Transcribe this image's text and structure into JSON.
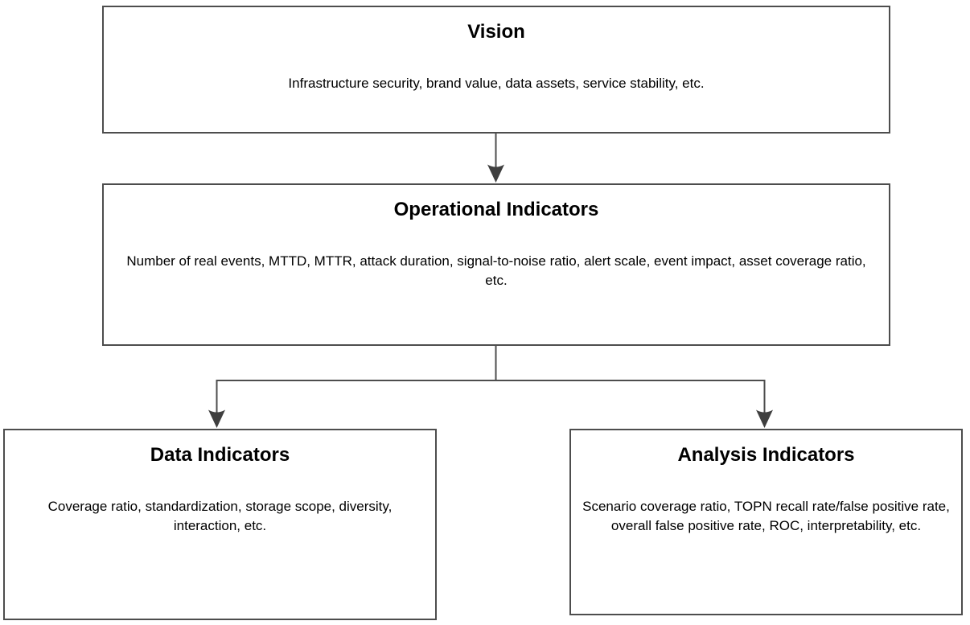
{
  "diagram": {
    "background": "#ffffff",
    "colors": {
      "border": "#4d4d4d",
      "connector": "#4d4d4d",
      "arrow_fill": "#3f3f3f",
      "text": "#000000"
    },
    "nodes": [
      {
        "id": "vision",
        "title": "Vision",
        "body": "Infrastructure security, brand value, data assets, service stability, etc."
      },
      {
        "id": "operational-indicators",
        "title": "Operational Indicators",
        "body": "Number of real events, MTTD, MTTR, attack duration, signal-to-noise ratio, alert scale, event impact, asset coverage ratio, etc."
      },
      {
        "id": "data-indicators",
        "title": "Data Indicators",
        "body": "Coverage ratio, standardization, storage scope, diversity, interaction, etc."
      },
      {
        "id": "analysis-indicators",
        "title": "Analysis Indicators",
        "body": "Scenario coverage ratio, TOPN recall rate/false positive rate, overall false positive rate, ROC, interpretability, etc."
      }
    ],
    "edges": [
      {
        "from": "vision",
        "to": "operational-indicators"
      },
      {
        "from": "operational-indicators",
        "to": "data-indicators"
      },
      {
        "from": "operational-indicators",
        "to": "analysis-indicators"
      }
    ]
  }
}
